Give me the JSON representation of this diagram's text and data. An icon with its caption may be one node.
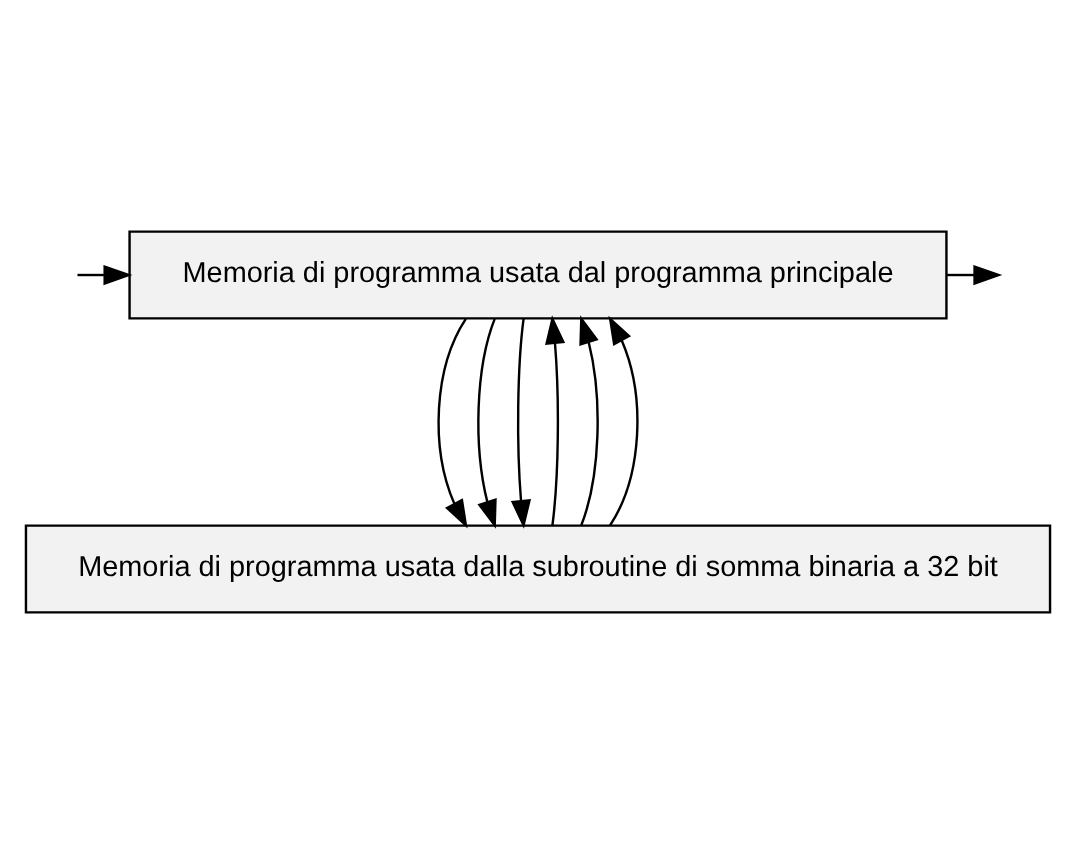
{
  "diagram": {
    "nodes": [
      {
        "text": [
          "Memoria di programma usata dal programma principale"
        ]
      },
      {
        "text": [
          "Memoria di programma usata dalla subroutine di somma binaria a 32 bit"
        ]
      }
    ],
    "edges": [
      {
        "from": 0,
        "to": null,
        "arrow": "to"
      },
      {
        "from": null,
        "to": 0,
        "arrow": "to"
      },
      {
        "from": 0,
        "to": 1,
        "arrow": "to"
      },
      {
        "from": 0,
        "to": 1,
        "arrow": "to"
      },
      {
        "from": 0,
        "to": 1,
        "arrow": "to"
      },
      {
        "from": 1,
        "to": 0,
        "arrow": "to"
      },
      {
        "from": 1,
        "to": 0,
        "arrow": "to"
      },
      {
        "from": 1,
        "to": 0,
        "arrow": "to"
      }
    ]
  }
}
